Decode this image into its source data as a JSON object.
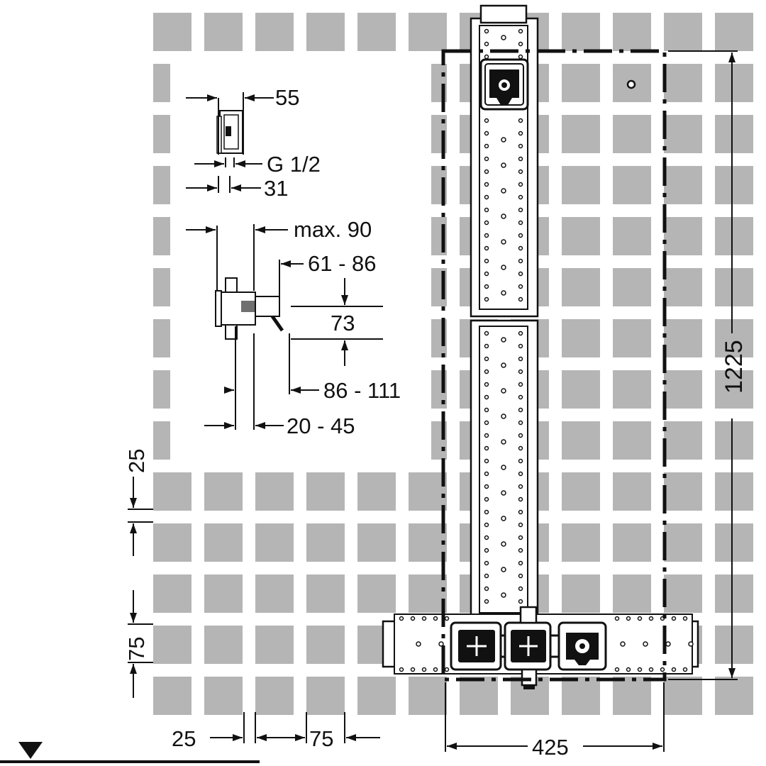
{
  "dimensions": {
    "d55": "55",
    "g12": "G 1/2",
    "d31": "31",
    "max90": "max. 90",
    "r61_86": "61 - 86",
    "d73": "73",
    "r86_111": "86 - 111",
    "r20_45": "20 - 45",
    "d25_vertical": "25",
    "d75_vertical": "75",
    "d1225": "1225",
    "d25_horizontal": "25",
    "d75_horizontal": "75",
    "d425": "425"
  },
  "colors": {
    "tile": "#b5b5b5",
    "line": "#111111",
    "background": "#ffffff"
  },
  "icons": {
    "floor_level": "floor-level-triangle-icon",
    "valve_cross": "cross-valve-icon",
    "outlet": "outlet-port-icon"
  }
}
